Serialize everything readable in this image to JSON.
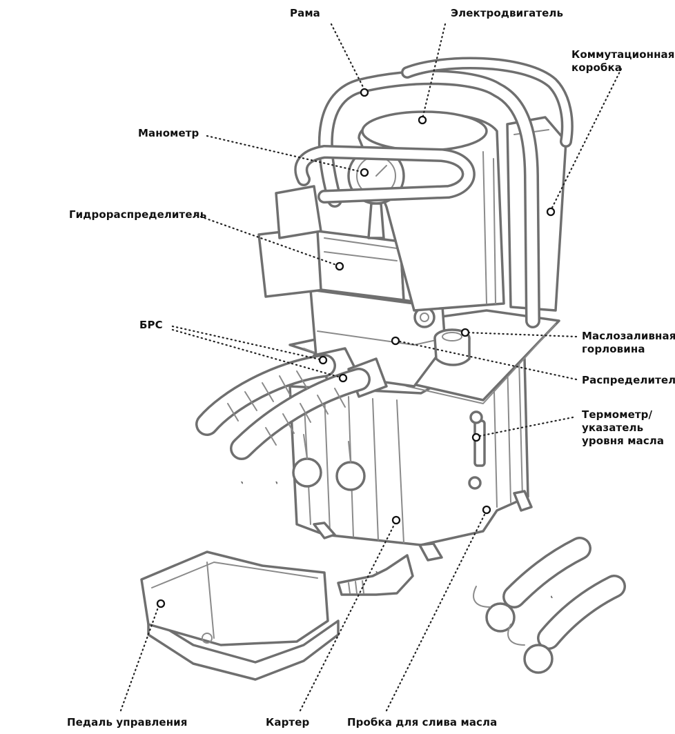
{
  "labels": {
    "frame": "Рама",
    "motor": "Электродвигатель",
    "junction_box": [
      "Коммутационная",
      "коробка"
    ],
    "gauge": "Манометр",
    "hydro_valve": "Гидрораспределитель",
    "quick_coupling": "БРС",
    "oil_filler": [
      "Маслозаливная",
      "горловина"
    ],
    "distributor": "Распределитель",
    "thermometer": [
      "Термометр/",
      "указатель",
      "уровня масла"
    ],
    "pedal": "Педаль управления",
    "crankcase": "Картер",
    "drain_plug": "Пробка для слива масла"
  },
  "colors": {
    "outline": "#6f6f6f",
    "leader": "#222222",
    "text": "#111111",
    "background": "#ffffff"
  }
}
